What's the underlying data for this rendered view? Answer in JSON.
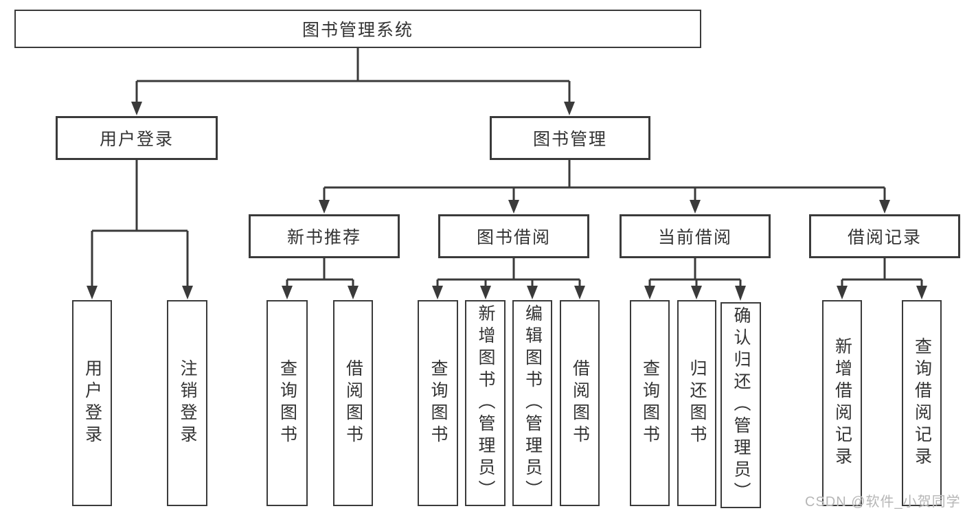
{
  "diagram": {
    "title": "图书管理系统",
    "branches": [
      {
        "label": "用户登录",
        "children": [
          {
            "label": "用户登录"
          },
          {
            "label": "注销登录"
          }
        ]
      },
      {
        "label": "图书管理",
        "children": [
          {
            "label": "新书推荐",
            "children": [
              {
                "label": "查询图书"
              },
              {
                "label": "借阅图书"
              }
            ]
          },
          {
            "label": "图书借阅",
            "children": [
              {
                "label": "查询图书"
              },
              {
                "label": "新增图书（管理员）"
              },
              {
                "label": "编辑图书（管理员）"
              },
              {
                "label": "借阅图书"
              }
            ]
          },
          {
            "label": "当前借阅",
            "children": [
              {
                "label": "查询图书"
              },
              {
                "label": "归还图书"
              },
              {
                "label": "确认归还（管理员）"
              }
            ]
          },
          {
            "label": "借阅记录",
            "children": [
              {
                "label": "新增借阅记录"
              },
              {
                "label": "查询借阅记录"
              }
            ]
          }
        ]
      }
    ],
    "watermark": "CSDN @软件_小贺同学",
    "colors": {
      "line": "#3a3a3a",
      "text": "#333333",
      "watermark": "#b6b6b6",
      "background": "#ffffff"
    }
  }
}
